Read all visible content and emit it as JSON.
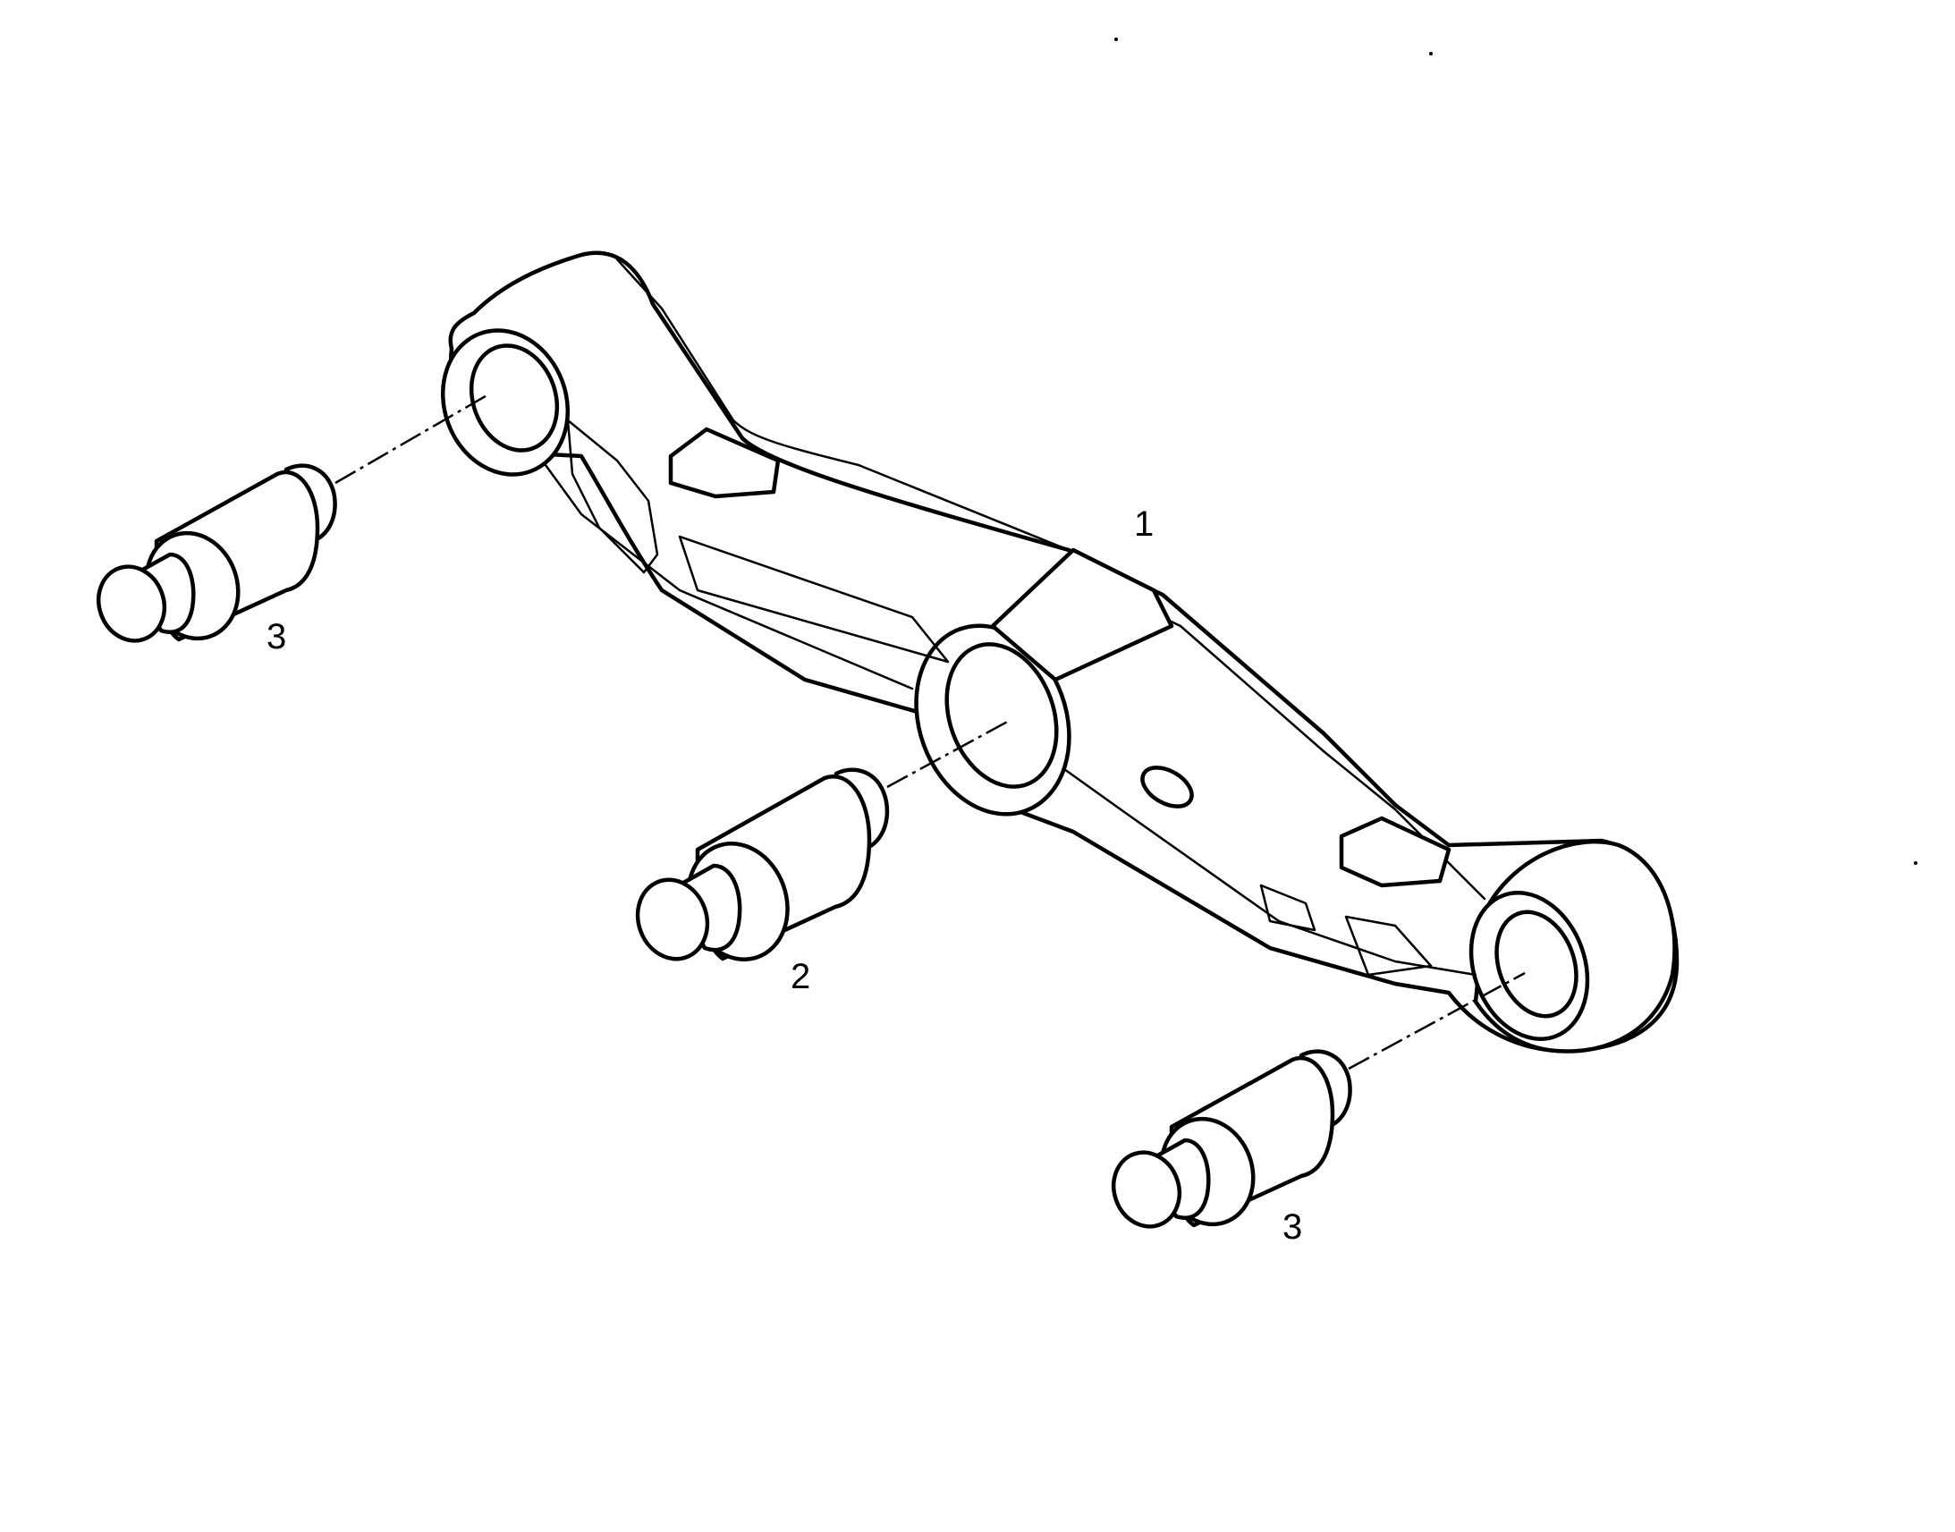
{
  "callouts": {
    "arm": "1",
    "center_bushing": "2",
    "end_bushing_left": "3",
    "end_bushing_right": "3"
  },
  "colors": {
    "ink": "#000000",
    "paper": "#ffffff"
  }
}
